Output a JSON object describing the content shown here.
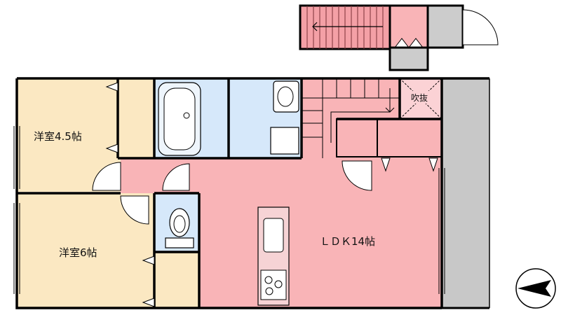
{
  "rooms": {
    "western_room_45": "洋室4.5帖",
    "western_room_6": "洋室6帖",
    "ldk": "ＬＤＫ14帖",
    "open_ceiling": "吹抜"
  },
  "icons": {
    "compass": "north-arrow-icon",
    "bathtub": "bathtub-icon",
    "washbasin": "washbasin-icon",
    "toilet": "toilet-icon",
    "sink": "kitchen-sink-icon",
    "stove": "stove-icon"
  },
  "colors": {
    "western_room": "#fbe8c2",
    "ldk": "#f9b4b7",
    "wet_area": "#d6e8fa",
    "balcony": "#c8c8c8",
    "stairs": "#f4a0a6",
    "wall": "#000000"
  }
}
